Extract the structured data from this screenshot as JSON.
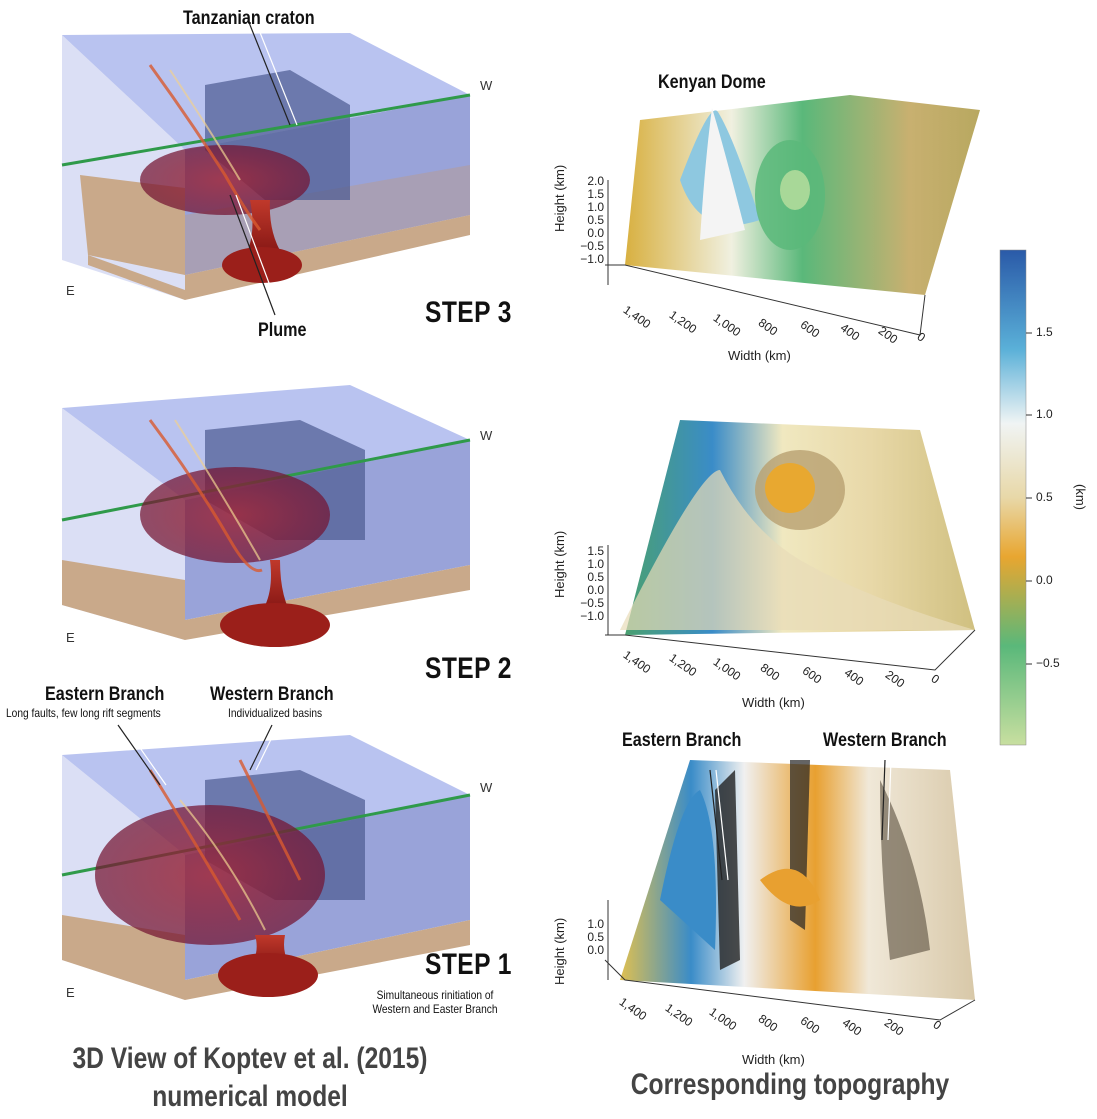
{
  "left_panels": {
    "step3": {
      "step_label": "STEP 3",
      "craton_label": "Tanzanian craton",
      "plume_label": "Plume",
      "w_label": "W",
      "e_label": "E"
    },
    "step2": {
      "step_label": "STEP 2",
      "w_label": "W",
      "e_label": "E"
    },
    "step1": {
      "step_label": "STEP 1",
      "w_label": "W",
      "e_label": "E",
      "eastern_branch": "Eastern Branch",
      "eastern_sub": "Long faults, few long rift segments",
      "western_branch": "Western Branch",
      "western_sub": "Individualized basins",
      "note_line1": "Simultaneous rinitiation of",
      "note_line2": "Western and Easter Branch"
    }
  },
  "right_panels": {
    "top": {
      "title": "Kenyan Dome",
      "ylabel": "Height (km)",
      "xlabel": "Width (km)",
      "yticks": [
        "2.0",
        "1.5",
        "1.0",
        "0.5",
        "0.0",
        "−0.5",
        "−1.0"
      ],
      "xticks": [
        "1,400",
        "1,200",
        "1,000",
        "800",
        "600",
        "400",
        "200",
        "0"
      ]
    },
    "middle": {
      "ylabel": "Height (km)",
      "xlabel": "Width (km)",
      "yticks": [
        "1.5",
        "1.0",
        "0.5",
        "0.0",
        "−0.5",
        "−1.0"
      ],
      "xticks": [
        "1,400",
        "1,200",
        "1,000",
        "800",
        "600",
        "400",
        "200",
        "0"
      ]
    },
    "bottom": {
      "eastern_branch": "Eastern Branch",
      "western_branch": "Western Branch",
      "ylabel": "Height (km)",
      "xlabel": "Width (km)",
      "yticks": [
        "1.0",
        "0.5",
        "0.0"
      ],
      "xticks": [
        "1,400",
        "1,200",
        "1,000",
        "800",
        "600",
        "400",
        "200",
        "0"
      ]
    }
  },
  "colorbar": {
    "unit": "(km)",
    "ticks": [
      "1.5",
      "1.0",
      "0.5",
      "0.0",
      "−0.5"
    ]
  },
  "captions": {
    "left_line1": "3D View  of Koptev et al. (2015)",
    "left_line2": "numerical model",
    "right": "Corresponding topography"
  },
  "colors": {
    "crust": "#8090d8",
    "mantle": "#c9a98a",
    "plume": "#b0251c",
    "moho_line": "#2f9a4a",
    "cb_top": "#2a5aa8",
    "cb_mid": "#f0ede0",
    "cb_orange": "#e8a630",
    "cb_bottom": "#c8dfa0"
  }
}
